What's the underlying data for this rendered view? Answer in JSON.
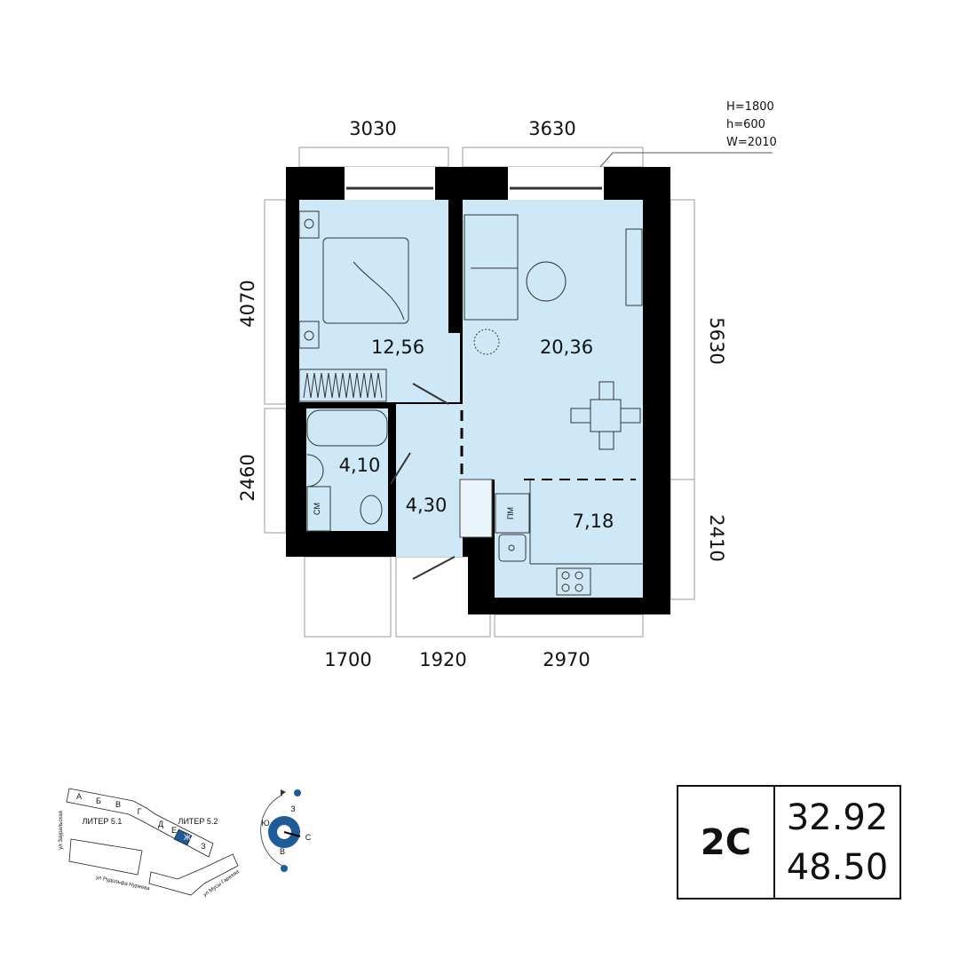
{
  "dimensions": {
    "top_left": "3030",
    "top_right": "3630",
    "left_upper": "4070",
    "left_lower": "2460",
    "right_upper": "5630",
    "right_lower": "2410",
    "bottom_left": "1700",
    "bottom_mid": "1920",
    "bottom_right": "2970"
  },
  "window_note": {
    "H": "H=1800",
    "h": "h=600",
    "W": "W=2010"
  },
  "rooms": {
    "bedroom": "12,56",
    "living": "20,36",
    "bathroom": "4,10",
    "hall": "4,30",
    "kitchen": "7,18"
  },
  "appliance_labels": {
    "washer": "СМ",
    "dishwasher": "ПМ"
  },
  "summary": {
    "type": "2С",
    "living_area": "32.92",
    "total_area": "48.50"
  },
  "site_map": {
    "sections": [
      "А",
      "Б",
      "В",
      "Г",
      "Д",
      "Е",
      "Ж",
      "З"
    ],
    "highlighted_section": "Ж",
    "liter_1": "ЛИТЕР 5.1",
    "liter_2": "ЛИТЕР 5.2",
    "street_1": "ул Зауральская",
    "street_2": "ул Рудольфа Нуреева",
    "street_3": "ул Мусы Гареева",
    "accent_color": "#1f5b96"
  },
  "compass": {
    "west": "З",
    "south": "Ю",
    "north": "С",
    "east": "В"
  }
}
